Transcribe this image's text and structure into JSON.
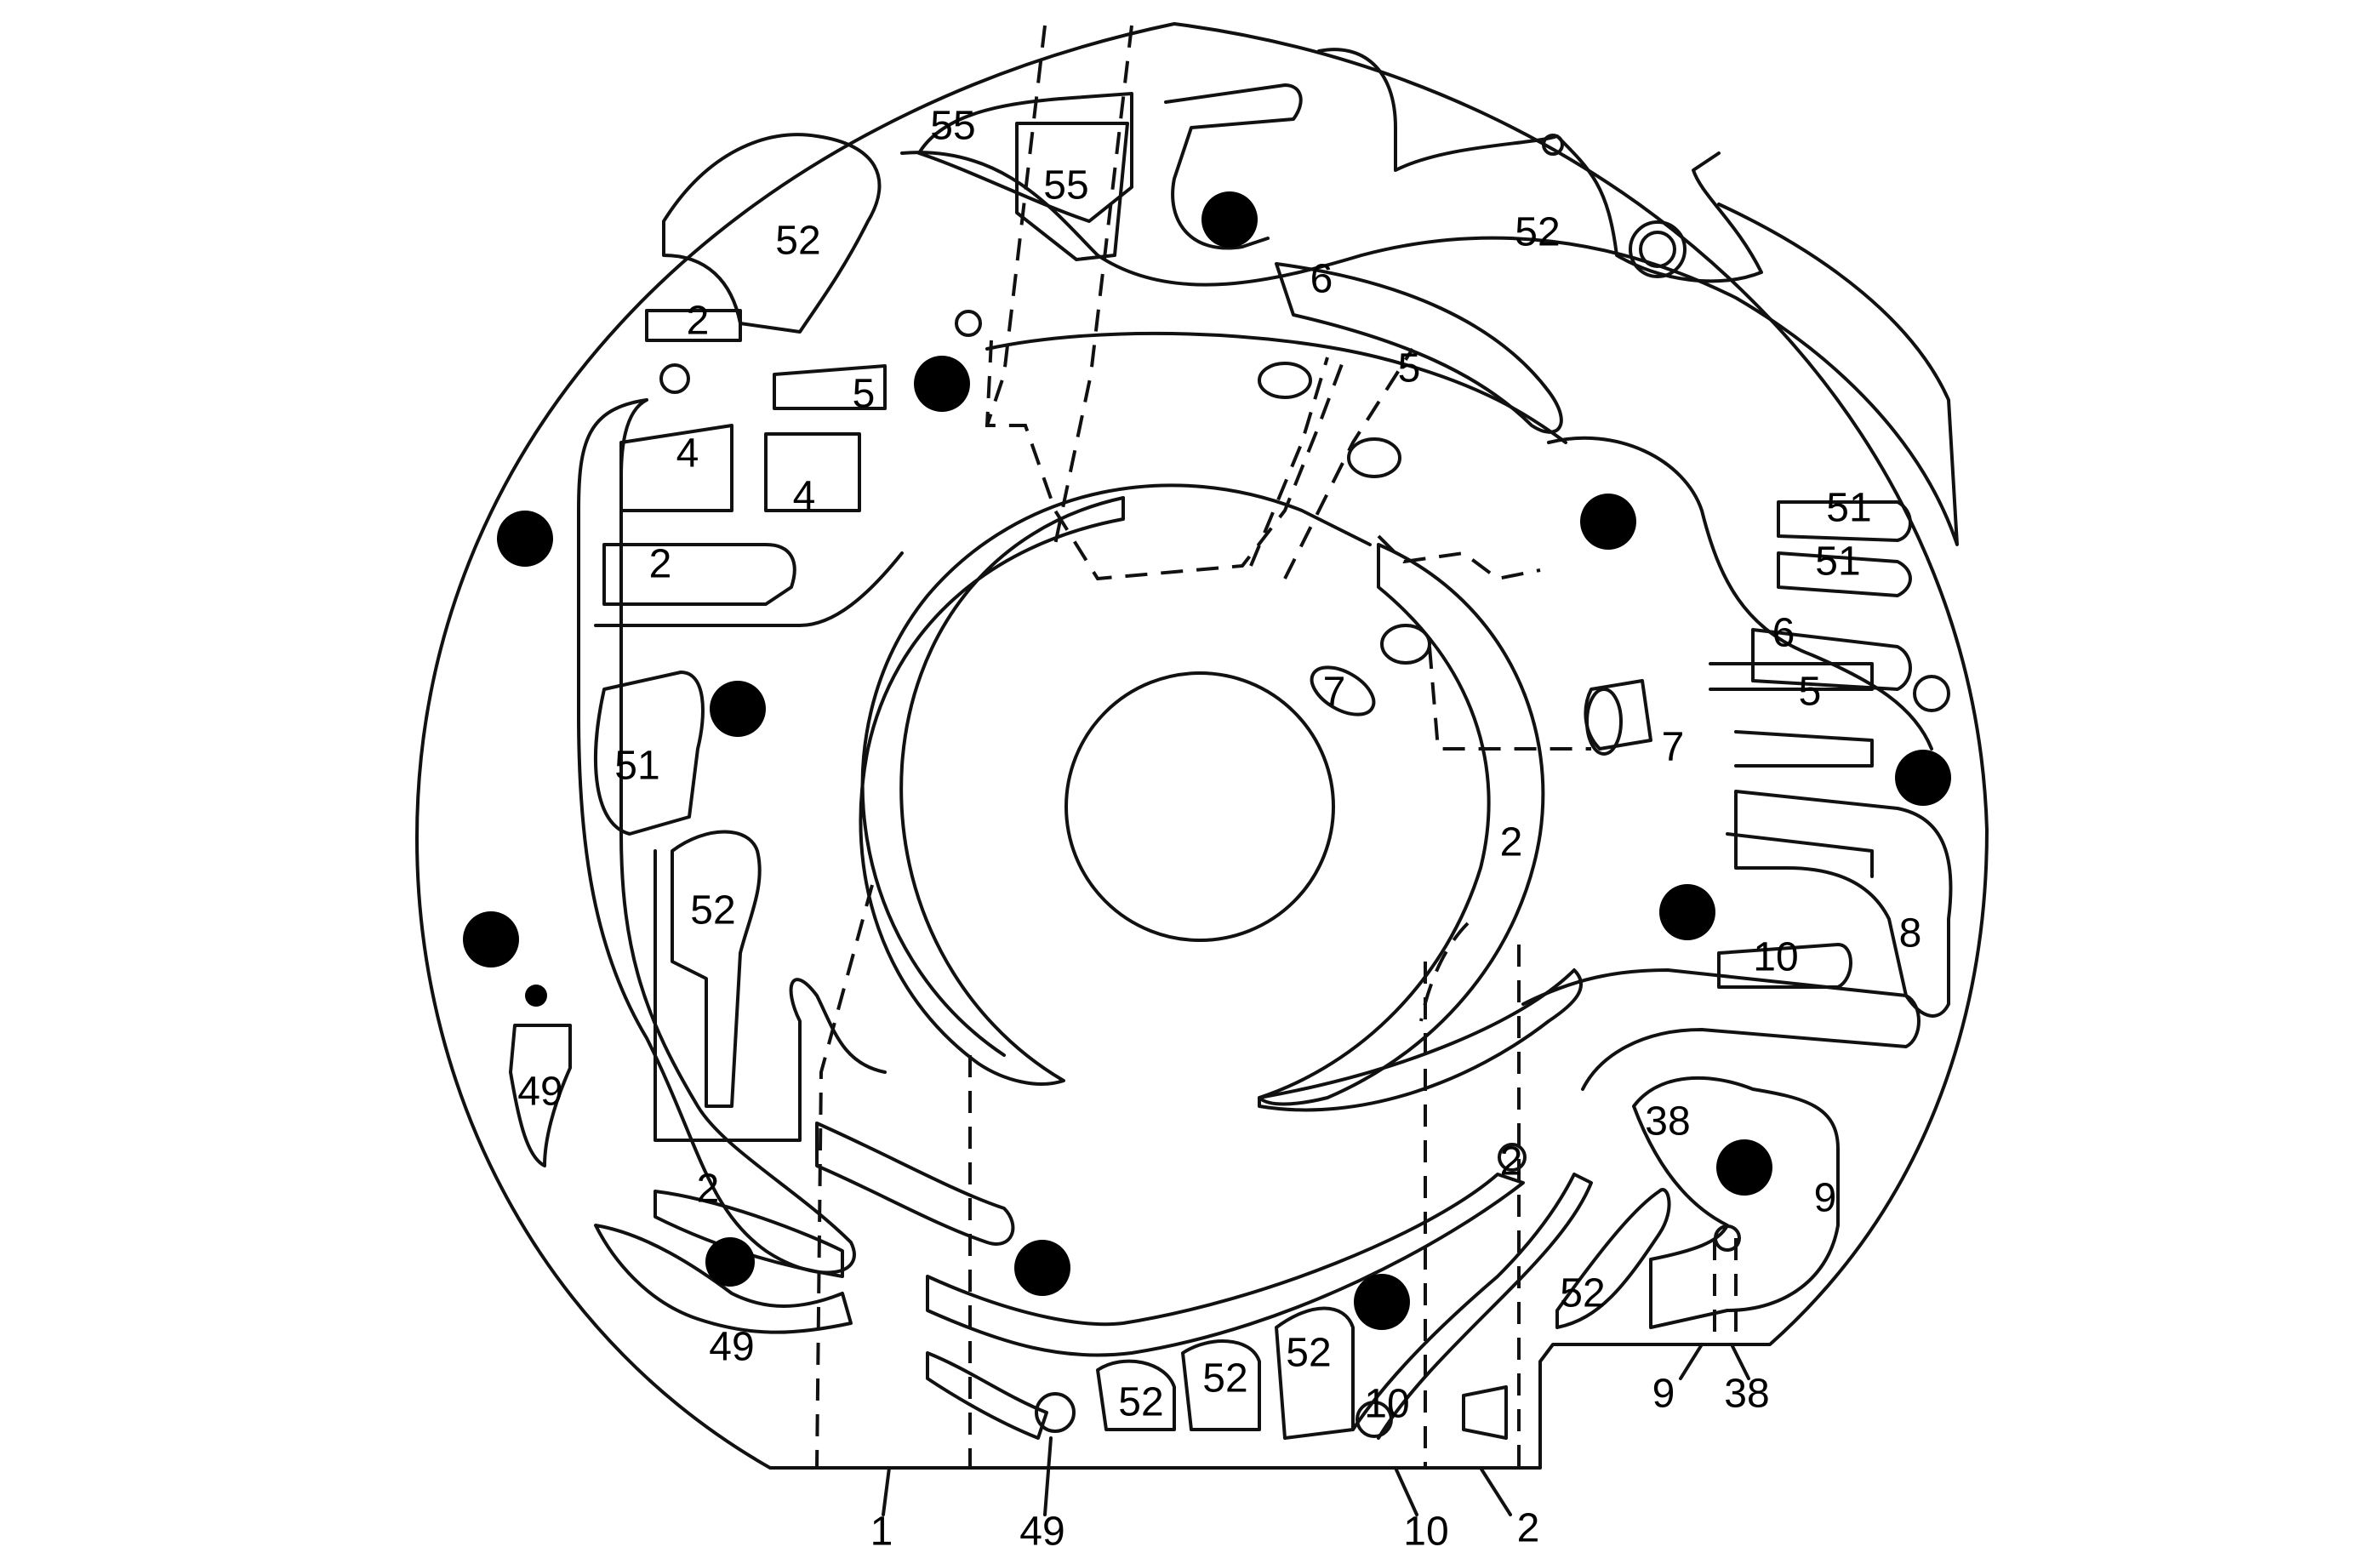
{
  "labels": {
    "l55a": "55",
    "l55b": "55",
    "l52a": "52",
    "l52b": "52",
    "l52c": "52",
    "l52d": "52",
    "l52e": "52",
    "l52f": "52",
    "l52g": "52",
    "l2a": "2",
    "l2b": "2",
    "l2c": "2",
    "l2d": "2",
    "l2e": "2",
    "l5a": "5",
    "l5b": "5",
    "l5c": "5",
    "l4a": "4",
    "l4b": "4",
    "l6a": "6",
    "l6b": "6",
    "l7a": "7",
    "l7b": "7",
    "l51a": "51",
    "l51b": "51",
    "l51c": "51",
    "l8": "8",
    "l10a": "10",
    "l10b": "10",
    "l38a": "38",
    "l9a": "9",
    "l49a": "49",
    "l49b": "49"
  },
  "callouts": {
    "c1": "1",
    "c49": "49",
    "c10": "10",
    "c2": "2",
    "c9": "9",
    "c38": "38"
  }
}
